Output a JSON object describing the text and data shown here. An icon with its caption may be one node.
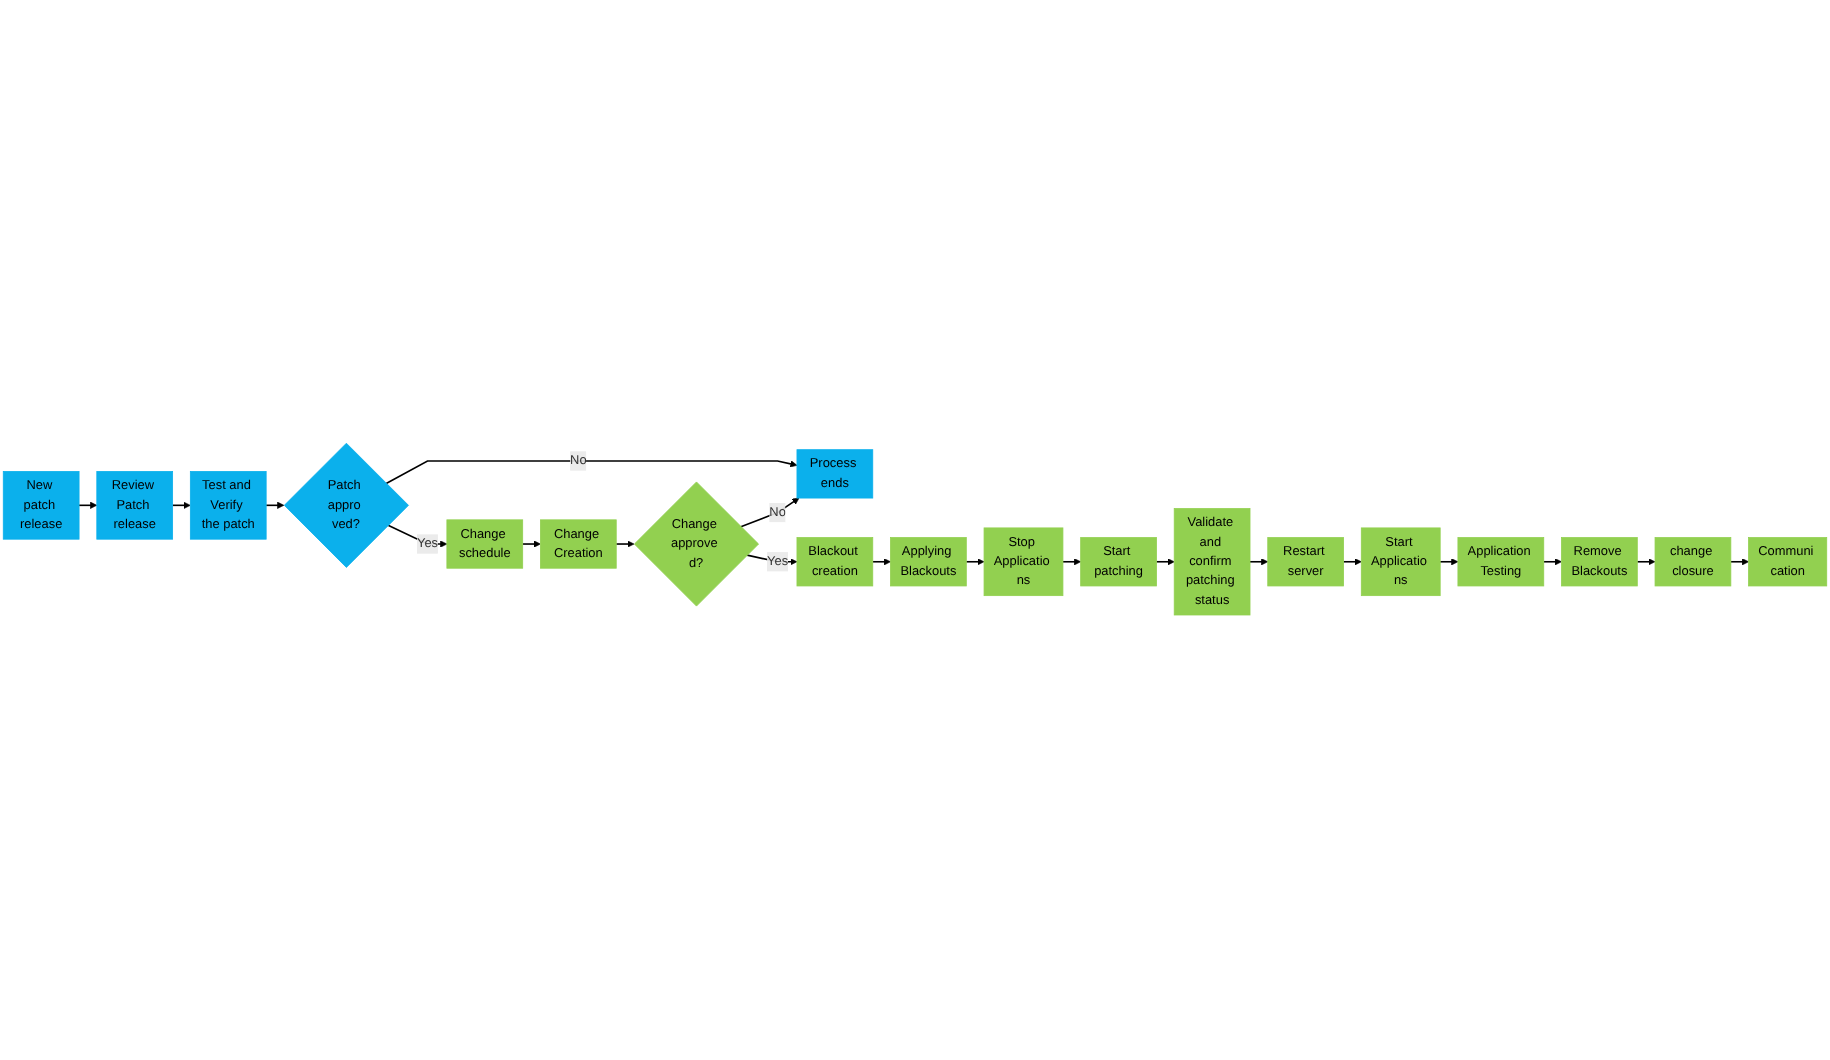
{
  "diagram": {
    "nodes": [
      {
        "text": [
          "New patch release"
        ]
      },
      {
        "text": [
          "Review Patch release"
        ]
      },
      {
        "text": [
          "Test and Verify the patch"
        ]
      },
      {
        "text": [
          "Patch appro ved?"
        ]
      },
      {
        "text": [
          "Process ends"
        ]
      },
      {
        "text": [
          "Change schedule"
        ]
      },
      {
        "text": [
          "Change Creation"
        ]
      },
      {
        "text": [
          "Change approve d?"
        ]
      },
      {
        "text": [
          "Blackout creation"
        ]
      },
      {
        "text": [
          "Applying Blackouts"
        ]
      },
      {
        "text": [
          "Stop Applicatio ns"
        ]
      },
      {
        "text": [
          "Start patching"
        ]
      },
      {
        "text": [
          "Validate and confirm patching status"
        ]
      },
      {
        "text": [
          "Restart server"
        ]
      },
      {
        "text": [
          "Start Applicatio ns"
        ]
      },
      {
        "text": [
          "Application Testing"
        ]
      },
      {
        "text": [
          "Remove Blackouts"
        ]
      },
      {
        "text": [
          "change closure"
        ]
      },
      {
        "text": [
          "Communi cation"
        ]
      }
    ],
    "edges": [
      {
        "from": 0,
        "to": 1,
        "arrow": "to"
      },
      {
        "from": 1,
        "to": 2,
        "arrow": "to"
      },
      {
        "from": 2,
        "to": 3,
        "arrow": "to"
      },
      {
        "from": 3,
        "to": 4,
        "arrow": "to",
        "label": "No"
      },
      {
        "from": 3,
        "to": 5,
        "arrow": "to",
        "label": "Yes"
      },
      {
        "from": 5,
        "to": 6,
        "arrow": "to"
      },
      {
        "from": 6,
        "to": 7,
        "arrow": "to"
      },
      {
        "from": 7,
        "to": 4,
        "arrow": "to",
        "label": "No"
      },
      {
        "from": 7,
        "to": 8,
        "arrow": "to",
        "label": "Yes"
      },
      {
        "from": 8,
        "to": 9,
        "arrow": "to"
      },
      {
        "from": 9,
        "to": 10,
        "arrow": "to"
      },
      {
        "from": 10,
        "to": 11,
        "arrow": "to"
      },
      {
        "from": 11,
        "to": 12,
        "arrow": "to"
      },
      {
        "from": 12,
        "to": 13,
        "arrow": "to"
      },
      {
        "from": 13,
        "to": 14,
        "arrow": "to"
      },
      {
        "from": 14,
        "to": 15,
        "arrow": "to"
      },
      {
        "from": 15,
        "to": 16,
        "arrow": "to"
      },
      {
        "from": 16,
        "to": 17,
        "arrow": "to"
      },
      {
        "from": 17,
        "to": 18,
        "arrow": "to"
      }
    ]
  }
}
